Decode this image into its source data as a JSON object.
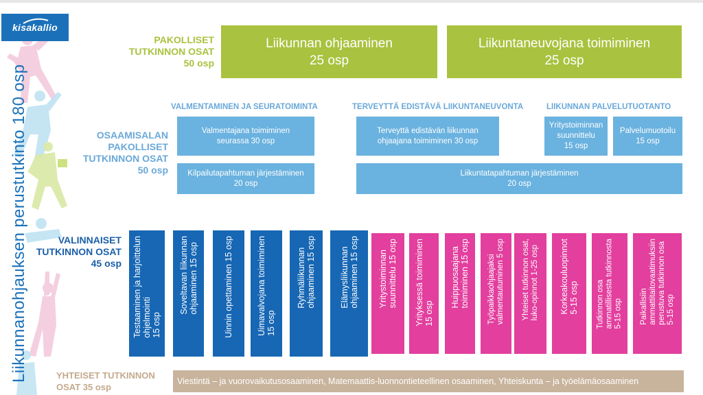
{
  "brand": {
    "logo": "kisakallio"
  },
  "side_title": "Liikunnanohjauksen perustutkinto 180 osp",
  "pakolliset": {
    "label": [
      "PAKOLLISET",
      "TUTKINNON OSAT",
      "50 osp"
    ],
    "boxes": [
      {
        "title": "Liikunnan ohjaaminen",
        "credits": "25 osp"
      },
      {
        "title": "Liikuntaneuvojana toimiminen",
        "credits": "25 osp"
      }
    ]
  },
  "osaamisala": {
    "label": [
      "OSAAMISALAN",
      "PAKOLLISET",
      "TUTKINNON OSAT",
      "50 osp"
    ],
    "categories": [
      "VALMENTAMINEN JA SEURATOIMINTA",
      "TERVEYTTÄ  EDISTÄVÄ LIIKUNTANEUVONTA",
      "LIIKUNNAN PALVELUTUOTANTO"
    ],
    "boxes": [
      {
        "line1": "Valmentajana toimiminen",
        "line2": "seurassa 30 osp"
      },
      {
        "line1": "Terveyttä edistävän liikunnan",
        "line2": "ohjaajana toimiminen 30 osp"
      },
      {
        "line1": "Yritystoiminnan",
        "line2": "suunnittelu",
        "line3": "15 osp"
      },
      {
        "line1": "Palvelumuotoilu",
        "line2": "15 osp"
      },
      {
        "line1": "Kilpailutapahtuman järjestäminen",
        "line2": "20 osp"
      },
      {
        "line1": "Liikuntatapahtuman järjestäminen",
        "line2": "20 osp"
      }
    ]
  },
  "valinnaiset": {
    "label": [
      "VALINNAISET",
      "TUTKINNON OSAT",
      "45 osp"
    ],
    "boxes": [
      {
        "text": "Testaaminen ja harjoittelun\nohjelmointi\n15 osp",
        "color": "#1767b4"
      },
      {
        "text": "Soveltavan liikunnan\nohjaaminen 15 osp",
        "color": "#1767b4"
      },
      {
        "text": "Uinnin opettaminen 15 osp",
        "color": "#1767b4"
      },
      {
        "text": "Uimavalvojana toimiminen\n15 osp",
        "color": "#1767b4"
      },
      {
        "text": "Ryhmäliikunnan\nohjaaminen 15 osp",
        "color": "#1767b4"
      },
      {
        "text": "Elämysliikunnan\nohjaaminen 15 osp",
        "color": "#1767b4"
      },
      {
        "text": "Yritystoiminnan\nsuunnittelu 15 osp",
        "color": "#e23f9e"
      },
      {
        "text": "Yrityksessä toimiminen\n15 osp",
        "color": "#e23f9e"
      },
      {
        "text": "Huippuosaajana\ntoimiminen 15 osp",
        "color": "#e23f9e"
      },
      {
        "text": "Työpaikkaohjaajaksi\nvalmentautuminen 5 osp",
        "color": "#e23f9e"
      },
      {
        "text": "Yhteiset tutkinnon osat,\nluko-opinnot 1-25 osp",
        "color": "#e23f9e"
      },
      {
        "text": "Korkeakouluopinnot\n5-15 osp",
        "color": "#e23f9e"
      },
      {
        "text": "Tutkinnon osa\nammatillisesta tutkinnosta\n5-15 osp",
        "color": "#e23f9e"
      },
      {
        "text": "Paikallisiin\nammattitaitovaatimuksiin\nperustuva tutkinnon osa\n5-15 osp",
        "color": "#e23f9e"
      }
    ]
  },
  "yhteiset": {
    "label": [
      "YHTEISET TUTKINNON",
      "OSAT 35 osp"
    ],
    "text": "Viestintä – ja vuorovaikutusosaaminen, Matemaattis-luonnontieteellinen osaaminen, Yhteiskunta – ja työelämäosaaminen"
  }
}
